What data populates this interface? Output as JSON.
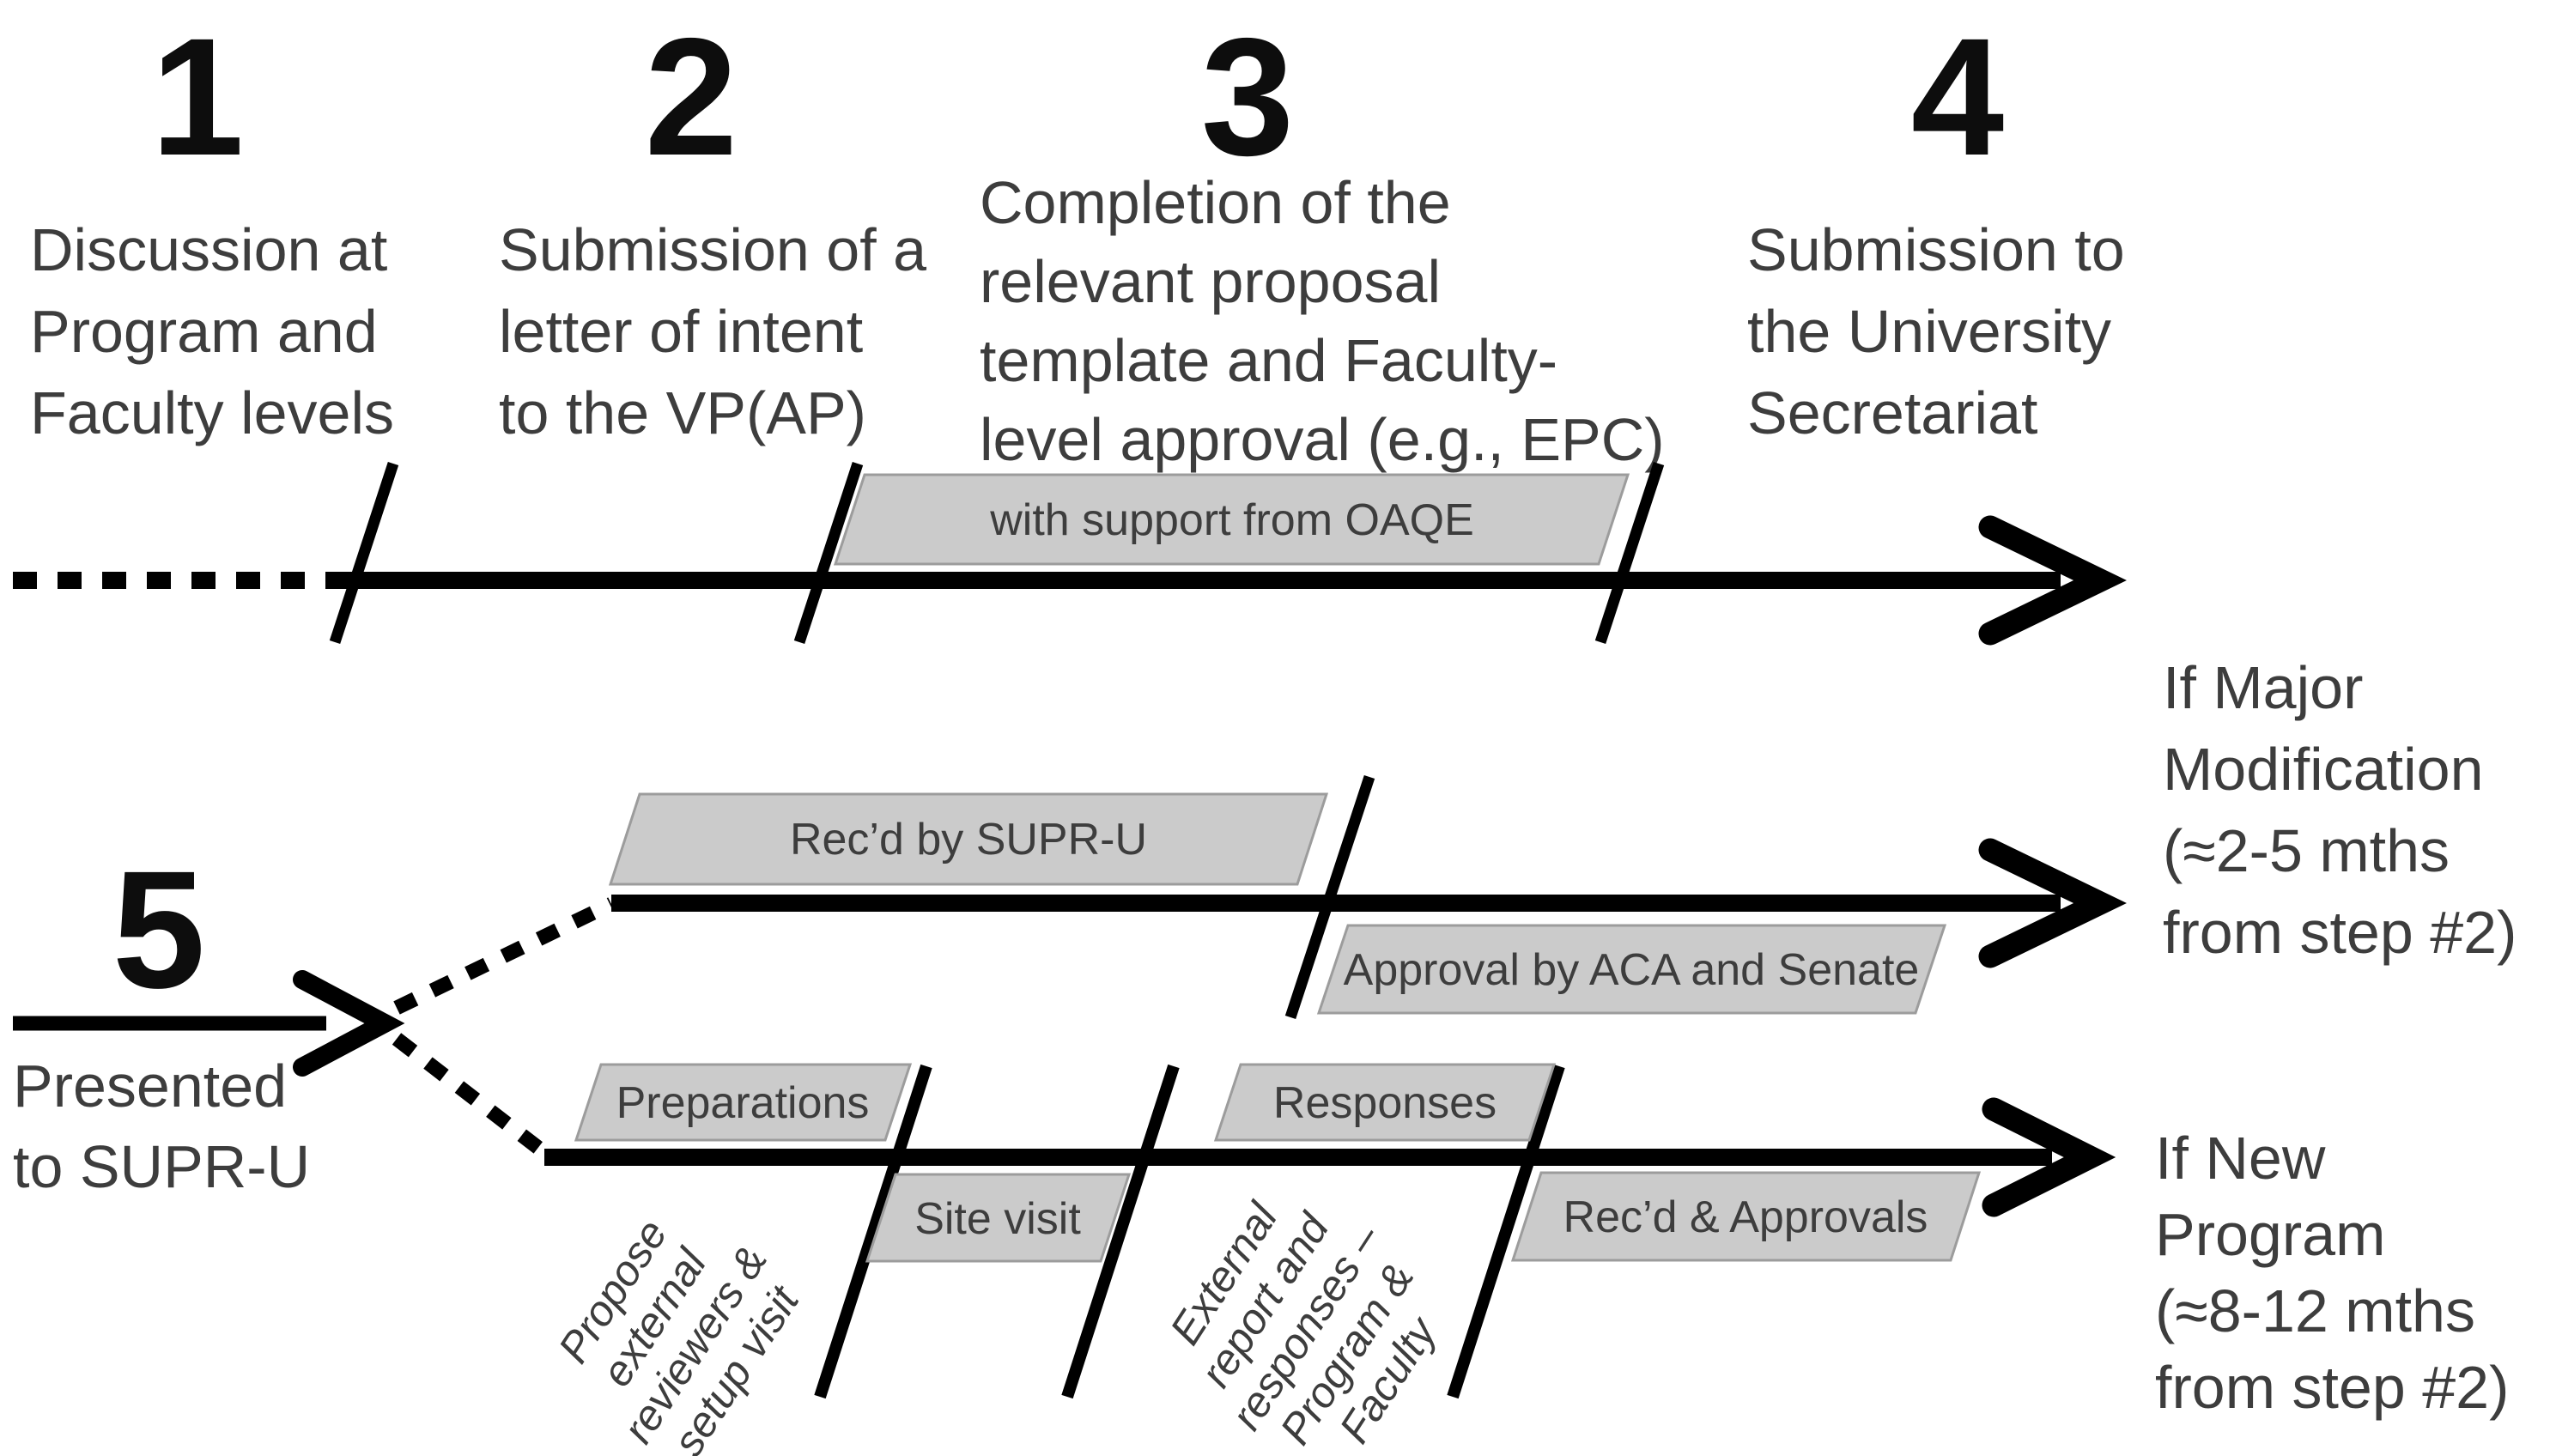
{
  "steps": [
    {
      "num": "1",
      "lines": [
        "Discussion at",
        "Program and",
        "Faculty levels"
      ]
    },
    {
      "num": "2",
      "lines": [
        "Submission of a",
        "letter of intent",
        "to the VP(AP)"
      ]
    },
    {
      "num": "3",
      "lines": [
        "Completion of the",
        "relevant proposal",
        "template and Faculty-",
        "level approval (e.g., EPC)"
      ]
    },
    {
      "num": "4",
      "lines": [
        "Submission to",
        "the University",
        "Secretariat"
      ]
    },
    {
      "num": "5",
      "lines": [
        "Presented",
        "to SUPR-U"
      ]
    }
  ],
  "banners": {
    "oaqe": "with support from OAQE",
    "recd_supru": "Rec’d by SUPR-U",
    "approval_aca": "Approval by ACA and Senate",
    "preparations": "Preparations",
    "site_visit": "Site visit",
    "responses": "Responses",
    "recd_approvals": "Rec’d & Approvals"
  },
  "rotated_notes": [
    {
      "lines": [
        "Propose",
        "external",
        "reviewers &",
        "setup visit"
      ]
    },
    {
      "lines": [
        "External",
        "report and",
        "responses –",
        "Program &",
        "Faculty"
      ]
    }
  ],
  "outcomes": [
    {
      "lines": [
        "If Major",
        "Modification",
        "(≈2-5 mths",
        "from step #2)"
      ]
    },
    {
      "lines": [
        "If New",
        "Program",
        "(≈8-12 mths",
        "from step #2)"
      ]
    }
  ],
  "colors": {
    "banner_fill": "#cbcbcb",
    "banner_border": "#9c9c9c",
    "text_gray": "#3d3d3d",
    "line_black": "#000000"
  }
}
